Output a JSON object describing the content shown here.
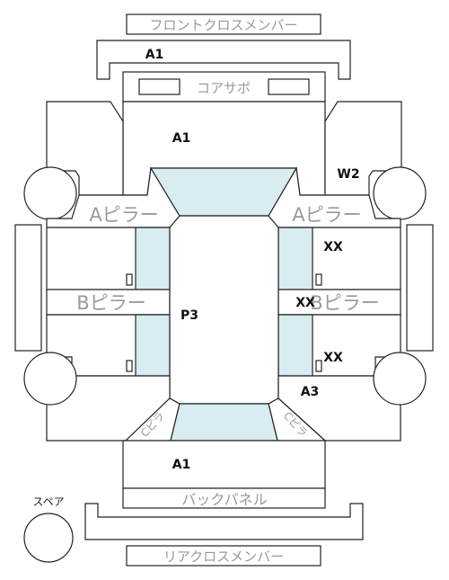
{
  "parts": {
    "front_cross_member": "フロントクロスメンバー",
    "core_support": "コアサポ",
    "a_pillar_left": "Aピラー",
    "a_pillar_right": "Aピラー",
    "b_pillar_left": "Bピラー",
    "b_pillar_right": "Bピラー",
    "c_pillar_left": "Cピラ",
    "c_pillar_right": "Cピラ",
    "back_panel": "バックパネル",
    "rear_cross_member": "リアクロスメンバー",
    "spare": "スペア"
  },
  "codes": {
    "front_member": "A1",
    "hood": "A1",
    "front_right_fender": "W2",
    "right_front_door": "XX",
    "right_rear_door": "XX",
    "right_quarter": "XX",
    "roof": "P3",
    "right_rear_quarter": "A3",
    "trunk": "A1"
  },
  "colors": {
    "glass": "#d8ecf2",
    "outline": "#222222",
    "ghost_label": "#9a9a9a"
  }
}
